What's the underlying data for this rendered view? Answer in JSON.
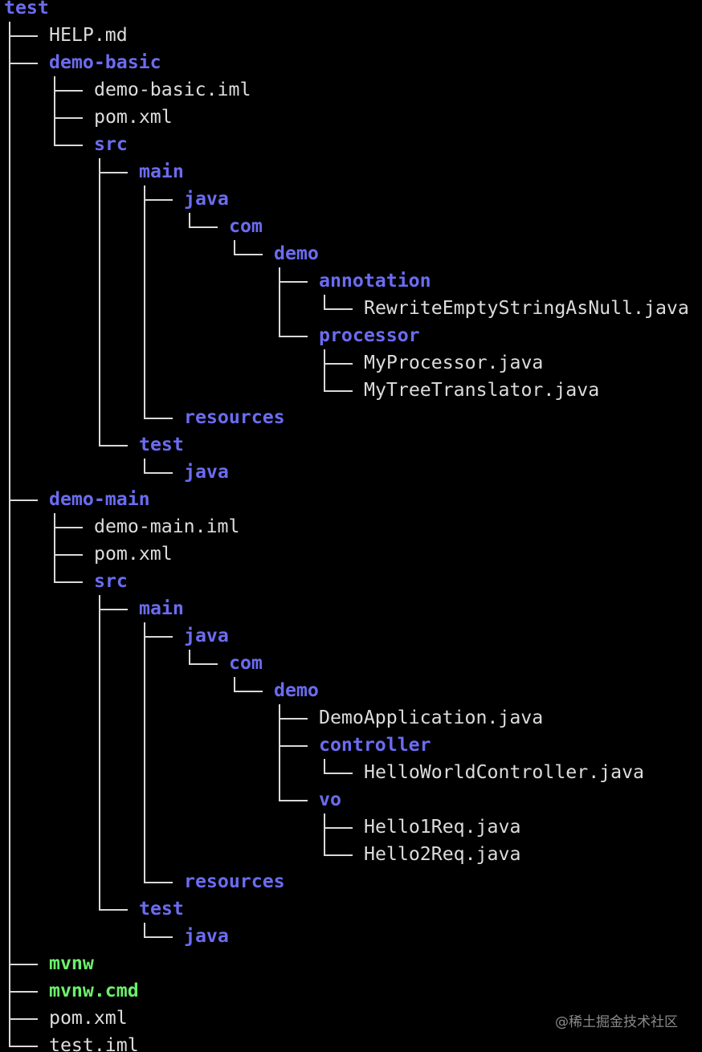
{
  "tree": [
    {
      "name": "test",
      "depth": 0,
      "kind": "dir",
      "last": false
    },
    {
      "name": "HELP.md",
      "depth": 1,
      "kind": "file",
      "last": false
    },
    {
      "name": "demo-basic",
      "depth": 1,
      "kind": "dir",
      "last": false
    },
    {
      "name": "demo-basic.iml",
      "depth": 2,
      "kind": "file",
      "last": false
    },
    {
      "name": "pom.xml",
      "depth": 2,
      "kind": "file",
      "last": false
    },
    {
      "name": "src",
      "depth": 2,
      "kind": "dir",
      "last": true
    },
    {
      "name": "main",
      "depth": 3,
      "kind": "dir",
      "last": false
    },
    {
      "name": "java",
      "depth": 4,
      "kind": "dir",
      "last": false
    },
    {
      "name": "com",
      "depth": 5,
      "kind": "dir",
      "last": true
    },
    {
      "name": "demo",
      "depth": 6,
      "kind": "dir",
      "last": true
    },
    {
      "name": "annotation",
      "depth": 7,
      "kind": "dir",
      "last": false
    },
    {
      "name": "RewriteEmptyStringAsNull.java",
      "depth": 8,
      "kind": "file",
      "last": true
    },
    {
      "name": "processor",
      "depth": 7,
      "kind": "dir",
      "last": true
    },
    {
      "name": "MyProcessor.java",
      "depth": 8,
      "kind": "file",
      "last": false
    },
    {
      "name": "MyTreeTranslator.java",
      "depth": 8,
      "kind": "file",
      "last": true
    },
    {
      "name": "resources",
      "depth": 4,
      "kind": "dir",
      "last": true
    },
    {
      "name": "test",
      "depth": 3,
      "kind": "dir",
      "last": true
    },
    {
      "name": "java",
      "depth": 4,
      "kind": "dir",
      "last": true
    },
    {
      "name": "demo-main",
      "depth": 1,
      "kind": "dir",
      "last": false
    },
    {
      "name": "demo-main.iml",
      "depth": 2,
      "kind": "file",
      "last": false
    },
    {
      "name": "pom.xml",
      "depth": 2,
      "kind": "file",
      "last": false
    },
    {
      "name": "src",
      "depth": 2,
      "kind": "dir",
      "last": true
    },
    {
      "name": "main",
      "depth": 3,
      "kind": "dir",
      "last": false
    },
    {
      "name": "java",
      "depth": 4,
      "kind": "dir",
      "last": false
    },
    {
      "name": "com",
      "depth": 5,
      "kind": "dir",
      "last": true
    },
    {
      "name": "demo",
      "depth": 6,
      "kind": "dir",
      "last": true
    },
    {
      "name": "DemoApplication.java",
      "depth": 7,
      "kind": "file",
      "last": false
    },
    {
      "name": "controller",
      "depth": 7,
      "kind": "dir",
      "last": false
    },
    {
      "name": "HelloWorldController.java",
      "depth": 8,
      "kind": "file",
      "last": true
    },
    {
      "name": "vo",
      "depth": 7,
      "kind": "dir",
      "last": true
    },
    {
      "name": "Hello1Req.java",
      "depth": 8,
      "kind": "file",
      "last": false
    },
    {
      "name": "Hello2Req.java",
      "depth": 8,
      "kind": "file",
      "last": true
    },
    {
      "name": "resources",
      "depth": 4,
      "kind": "dir",
      "last": true
    },
    {
      "name": "test",
      "depth": 3,
      "kind": "dir",
      "last": true
    },
    {
      "name": "java",
      "depth": 4,
      "kind": "dir",
      "last": true
    },
    {
      "name": "mvnw",
      "depth": 1,
      "kind": "exec",
      "last": false
    },
    {
      "name": "mvnw.cmd",
      "depth": 1,
      "kind": "exec",
      "last": false
    },
    {
      "name": "pom.xml",
      "depth": 1,
      "kind": "file",
      "last": false
    },
    {
      "name": "test.iml",
      "depth": 1,
      "kind": "file",
      "last": true
    }
  ],
  "watermark": "@稀土掘金技术社区",
  "colors": {
    "background": "#000000",
    "directory": "#6b6cf0",
    "file": "#dcdcdc",
    "executable": "#6bef6b",
    "guide": "#d9d9d9"
  }
}
